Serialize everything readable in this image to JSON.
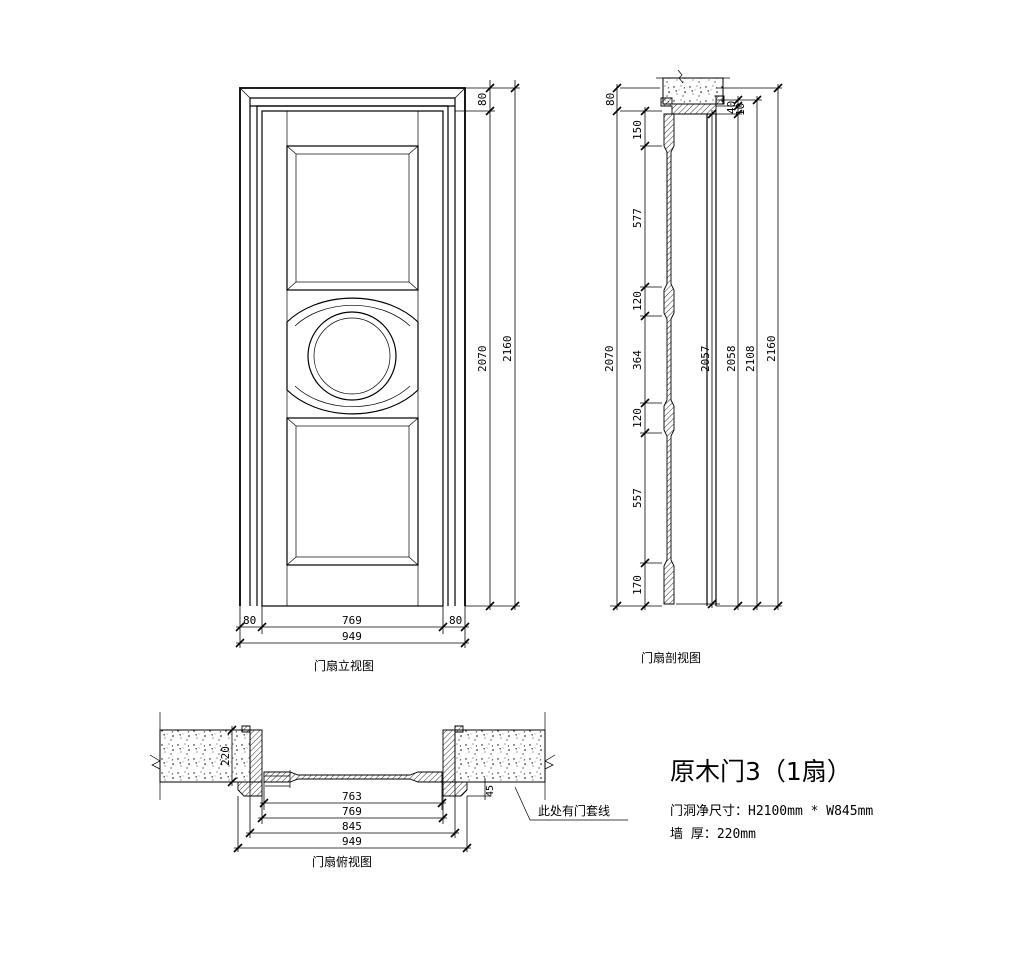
{
  "elevation": {
    "caption": "门扇立视图",
    "dims": {
      "top_frame": "80",
      "leaf_height": "2070",
      "total_height": "2160",
      "left_frame": "80",
      "leaf_width": "769",
      "right_frame": "80",
      "total_width": "949"
    }
  },
  "section": {
    "caption": "门扇剖视图",
    "left_dims": {
      "top_frame": "80",
      "rail_150": "150",
      "panel_577": "577",
      "rail_120a": "120",
      "panel_364": "364",
      "rail_120b": "120",
      "panel_557": "557",
      "rail_170": "170",
      "overall": "2070"
    },
    "right_dims": {
      "d40": "40",
      "d10": "10",
      "d2057": "2057",
      "d2058": "2058",
      "d2108": "2108",
      "d2160": "2160"
    }
  },
  "plan": {
    "caption": "门扇俯视图",
    "wall_thickness": "220",
    "casing_offset": "45",
    "callout": "此处有门套线",
    "dims": {
      "w763": "763",
      "w769": "769",
      "w845": "845",
      "w949": "949"
    }
  },
  "info": {
    "title": "原木门3（1扇）",
    "opening_size": "门洞净尺寸：H2100mm * W845mm",
    "wall_thickness": "墙 厚：220mm"
  }
}
